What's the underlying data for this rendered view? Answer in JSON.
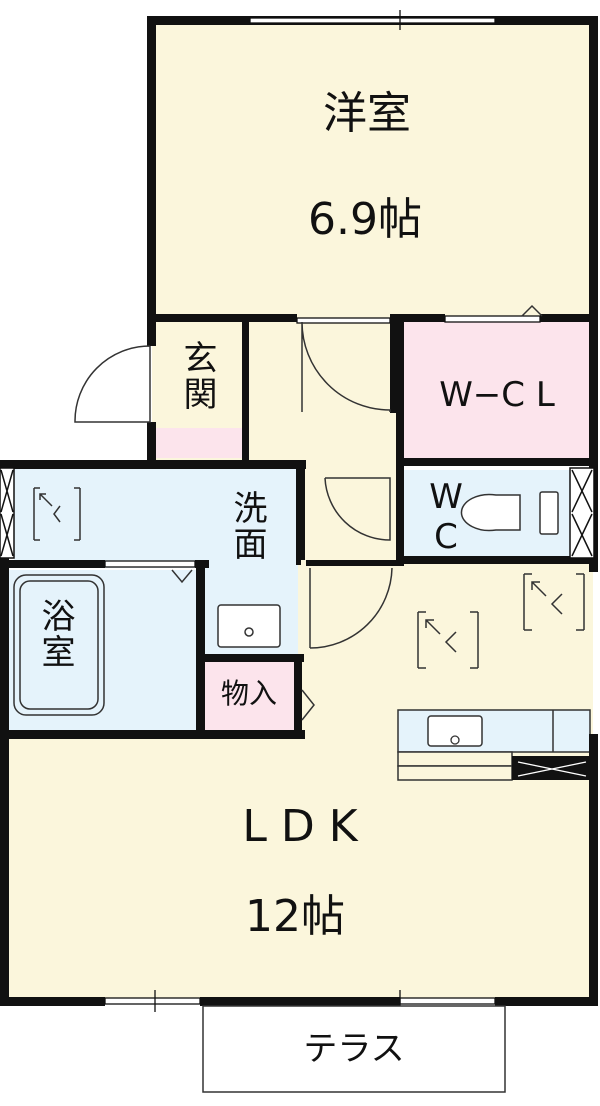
{
  "rooms": {
    "western": {
      "name": "洋室",
      "size": "6.9帖"
    },
    "entrance": {
      "name": "玄関"
    },
    "wcl": {
      "name": "W−C L"
    },
    "washroom": {
      "name": "洗面"
    },
    "wc_top": "W",
    "wc_bottom": "C",
    "bath": {
      "name": "浴室"
    },
    "storage": {
      "name": "物入"
    },
    "ldk": {
      "name": "L D K",
      "size": "12帖"
    },
    "terrace": {
      "name": "テラス"
    }
  },
  "colors": {
    "cream": "#fbf6dc",
    "blue": "#e5f3fb",
    "pink": "#fce4ec",
    "wall": "#111111",
    "line": "#333333"
  }
}
